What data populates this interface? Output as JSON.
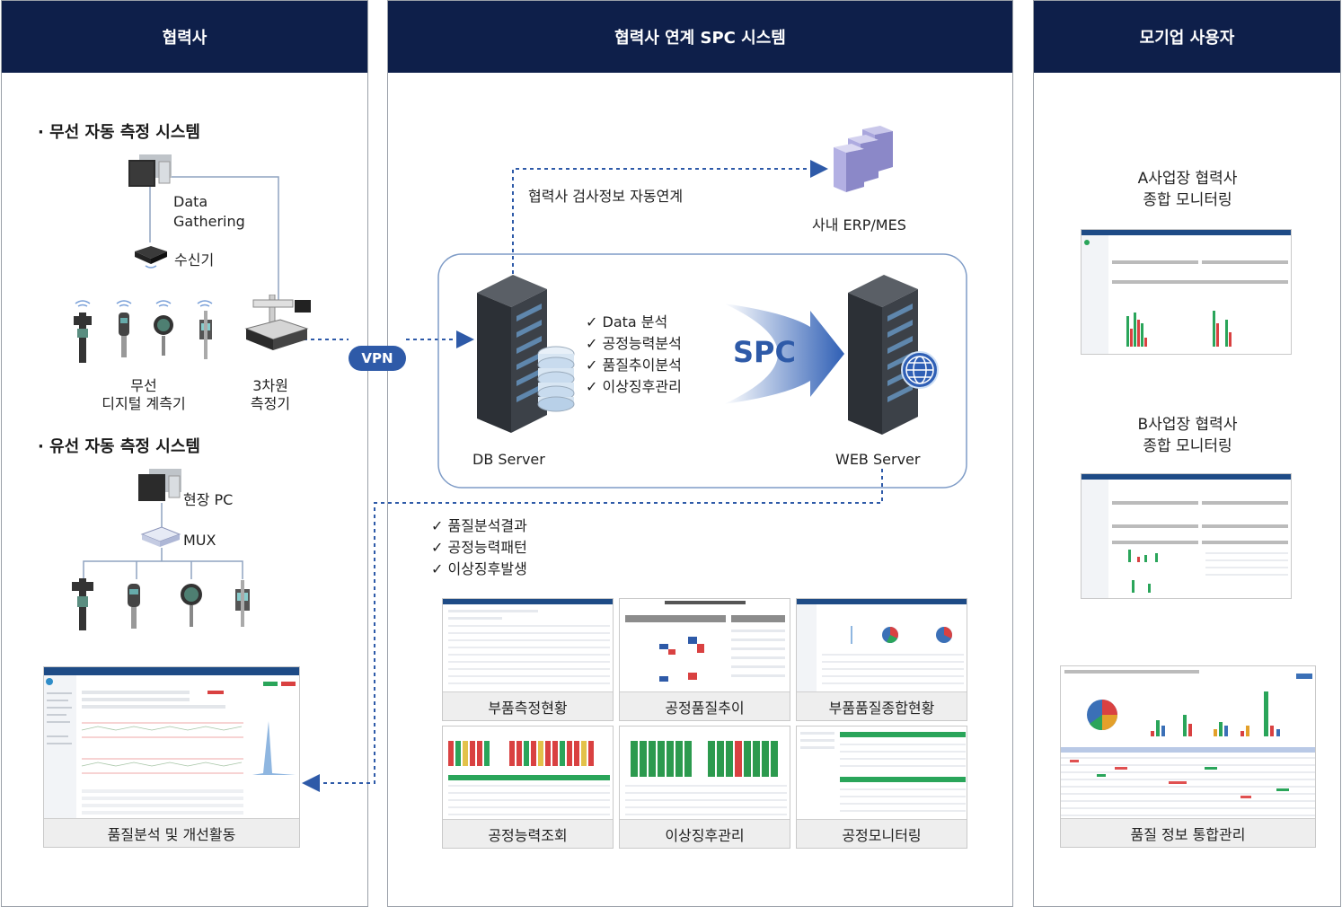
{
  "columns": {
    "partner": {
      "title": "협력사"
    },
    "spc": {
      "title": "협력사 연계 SPC 시스템"
    },
    "parent": {
      "title": "모기업 사용자"
    }
  },
  "partner": {
    "wireless_title": "· 무선 자동 측정 시스템",
    "data_gathering_line1": "Data",
    "data_gathering_line2": "Gathering",
    "receiver": "수신기",
    "wireless_gauge_line1": "무선",
    "wireless_gauge_line2": "디지털 계측기",
    "cmm_line1": "3차원",
    "cmm_line2": "측정기",
    "wired_title": "· 유선 자동 측정 시스템",
    "site_pc": "현장 PC",
    "mux": "MUX",
    "screen_caption": "품질분석 및 개선활동"
  },
  "vpn": "VPN",
  "spc": {
    "auto_link": "협력사 검사정보 자동연계",
    "erp": "사내 ERP/MES",
    "db_server": "DB Server",
    "web_server": "WEB Server",
    "spc_label": "SPC",
    "analysis": [
      "✓ Data 분석",
      "✓ 공정능력분석",
      "✓ 품질추이분석",
      "✓ 이상징후관리"
    ],
    "results": [
      "✓ 품질분석결과",
      "✓ 공정능력패턴",
      "✓ 이상징후발생"
    ],
    "screens": [
      "부품측정현황",
      "공정품질추이",
      "부품품질종합현황",
      "공정능력조회",
      "이상징후관리",
      "공정모니터링"
    ]
  },
  "parent": {
    "a_line1": "A사업장 협력사",
    "a_line2": "종합 모니터링",
    "b_line1": "B사업장 협력사",
    "b_line2": "종합 모니터링",
    "integrated": "품질 정보 통합관리"
  },
  "colors": {
    "header": "#0e1f4a",
    "accent": "#2e5aa8"
  }
}
